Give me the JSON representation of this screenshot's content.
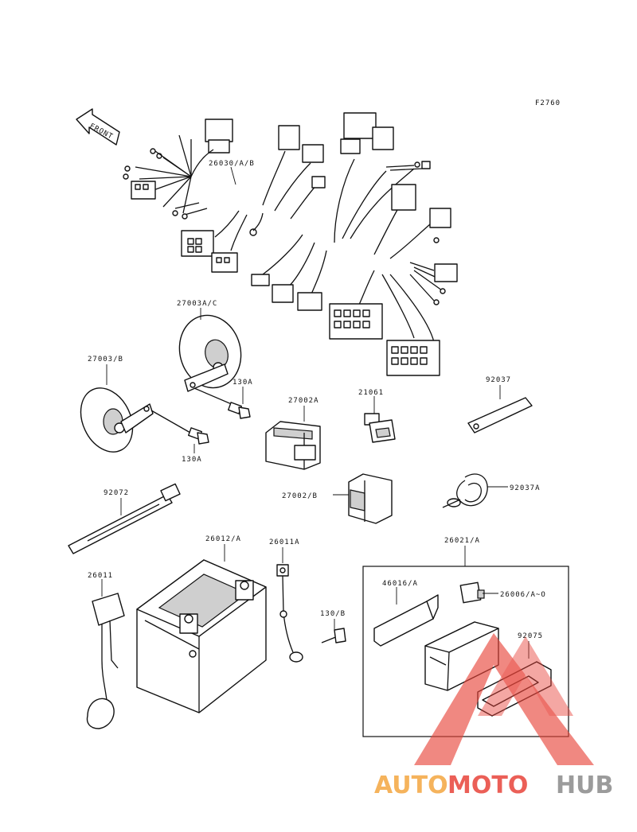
{
  "figure_code": "F2760",
  "front_label": "FRONT",
  "parts": {
    "wiring_harness": "26030/A/B",
    "horn_ac": "27003A/C",
    "horn_b": "27003/B",
    "bolt_130a_upper": "130A",
    "bolt_130a_lower": "130A",
    "relay_27002a": "27002A",
    "switch_21061": "21061",
    "bracket_92037": "92037",
    "relay_27002b": "27002/B",
    "clamp_92037a": "92037A",
    "band_92072": "92072",
    "battery": "26012/A",
    "lead_26011a": "26011A",
    "cap_26011": "26011",
    "bolt_130b": "130/B",
    "fuse_box_set": "26021/A",
    "bracket_46016": "46016/A",
    "fuse_26006": "26006/A~O",
    "cover_92075": "92075"
  },
  "watermark": {
    "word1": "AUTO",
    "word2": "MOTO",
    "word3": "HUB",
    "color_orange": "#f4a640",
    "color_red": "#e8443a",
    "color_gray": "#8a8a8a"
  }
}
